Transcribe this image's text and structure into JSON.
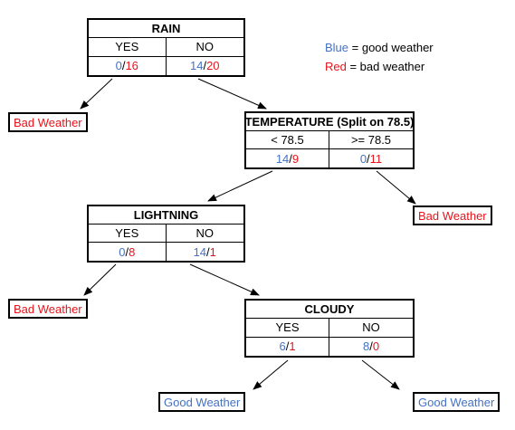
{
  "legend": {
    "blue_word": "Blue",
    "blue_text": " = good weather",
    "red_word": "Red",
    "red_text": " = bad weather"
  },
  "nodes": {
    "rain": {
      "title": "RAIN",
      "left_label": "YES",
      "right_label": "NO",
      "left_good": "0",
      "left_bad": "16",
      "right_good": "14",
      "right_bad": "20"
    },
    "temperature": {
      "title": "TEMPERATURE (Split on 78.5)",
      "left_label": "< 78.5",
      "right_label": ">= 78.5",
      "left_good": "14",
      "left_bad": "9",
      "right_good": "0",
      "right_bad": "11"
    },
    "lightning": {
      "title": "LIGHTNING",
      "left_label": "YES",
      "right_label": "NO",
      "left_good": "0",
      "left_bad": "8",
      "right_good": "14",
      "right_bad": "1"
    },
    "cloudy": {
      "title": "CLOUDY",
      "left_label": "YES",
      "right_label": "NO",
      "left_good": "6",
      "left_bad": "1",
      "right_good": "8",
      "right_bad": "0"
    }
  },
  "leaves": {
    "rain_yes": "Bad Weather",
    "temp_high": "Bad Weather",
    "lightning_yes": "Bad Weather",
    "cloudy_yes": "Good Weather",
    "cloudy_no": "Good Weather"
  },
  "separator": "/",
  "colors": {
    "good": "#4472c4",
    "bad": "#e8141b"
  }
}
